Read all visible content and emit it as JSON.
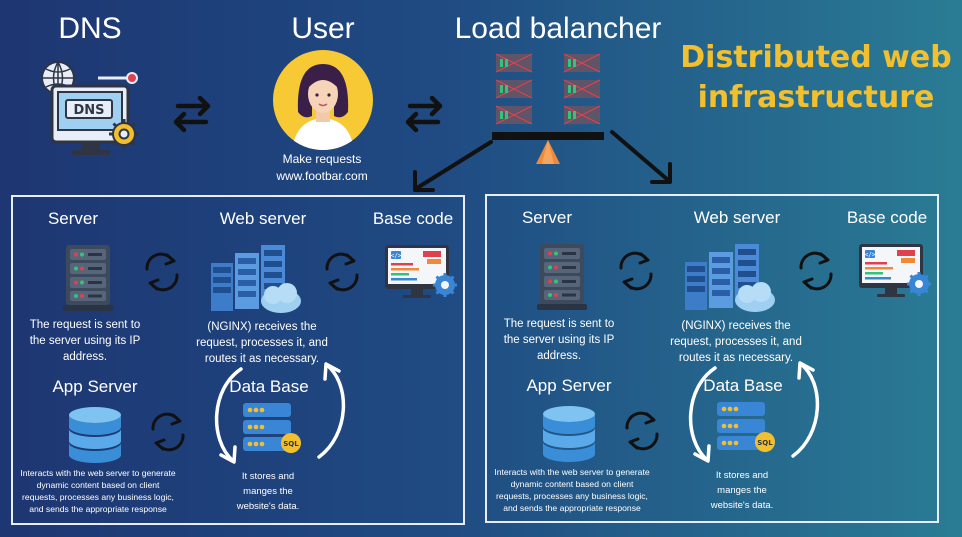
{
  "header": {
    "dns_label": "DNS",
    "user_label": "User",
    "lb_label": "Load balancher",
    "title_line1": "Distributed web",
    "title_line2": "infrastructure",
    "user_caption_line1": "Make requests",
    "user_caption_line2": "www.footbar.com",
    "dns_screen_text": "DNS",
    "sql_badge": "SQL"
  },
  "panels": [
    {
      "server_title": "Server",
      "webserver_title": "Web server",
      "basecode_title": "Base code",
      "server_desc": [
        "The request is sent to",
        "the server using its IP",
        "address."
      ],
      "webserver_desc": [
        "(NGINX) receives the",
        "request, processes it, and",
        "routes it as necessary."
      ],
      "appserver_title": "App Server",
      "database_title": "Data Base",
      "appserver_desc": [
        "Interacts with the web server to generate",
        "dynamic content based on client",
        "requests, processes any business logic,",
        "and sends the appropriate response"
      ],
      "database_desc": [
        "It stores and",
        "manges the",
        "website's data."
      ]
    },
    {
      "server_title": "Server",
      "webserver_title": "Web server",
      "basecode_title": "Base code",
      "server_desc": [
        "The request is sent to",
        "the server using its IP",
        "address."
      ],
      "webserver_desc": [
        "(NGINX) receives the",
        "request, processes it, and",
        "routes it as necessary."
      ],
      "appserver_title": "App Server",
      "database_title": "Data Base",
      "appserver_desc": [
        "Interacts with the web server to generate",
        "dynamic content based on client",
        "requests, processes any business logic,",
        "and sends the appropriate response"
      ],
      "database_desc": [
        "It stores and",
        "manges the",
        "website's data."
      ]
    }
  ],
  "colors": {
    "title": "#f2c02f",
    "panel_border": "#e8eef7",
    "user_bg": "#f7c935",
    "server_led_green": "#33c47a",
    "server_led_red": "#e0414e",
    "scale_base": "#f08a3a"
  },
  "icons": {
    "dns": "dns-monitor-icon",
    "user": "user-avatar-icon",
    "load_balancer": "load-balancer-scale-icon",
    "server": "server-rack-icon",
    "web_server": "web-server-cluster-icon",
    "base_code": "code-monitor-icon",
    "app_server": "database-stack-icon",
    "database": "sql-database-icon"
  }
}
